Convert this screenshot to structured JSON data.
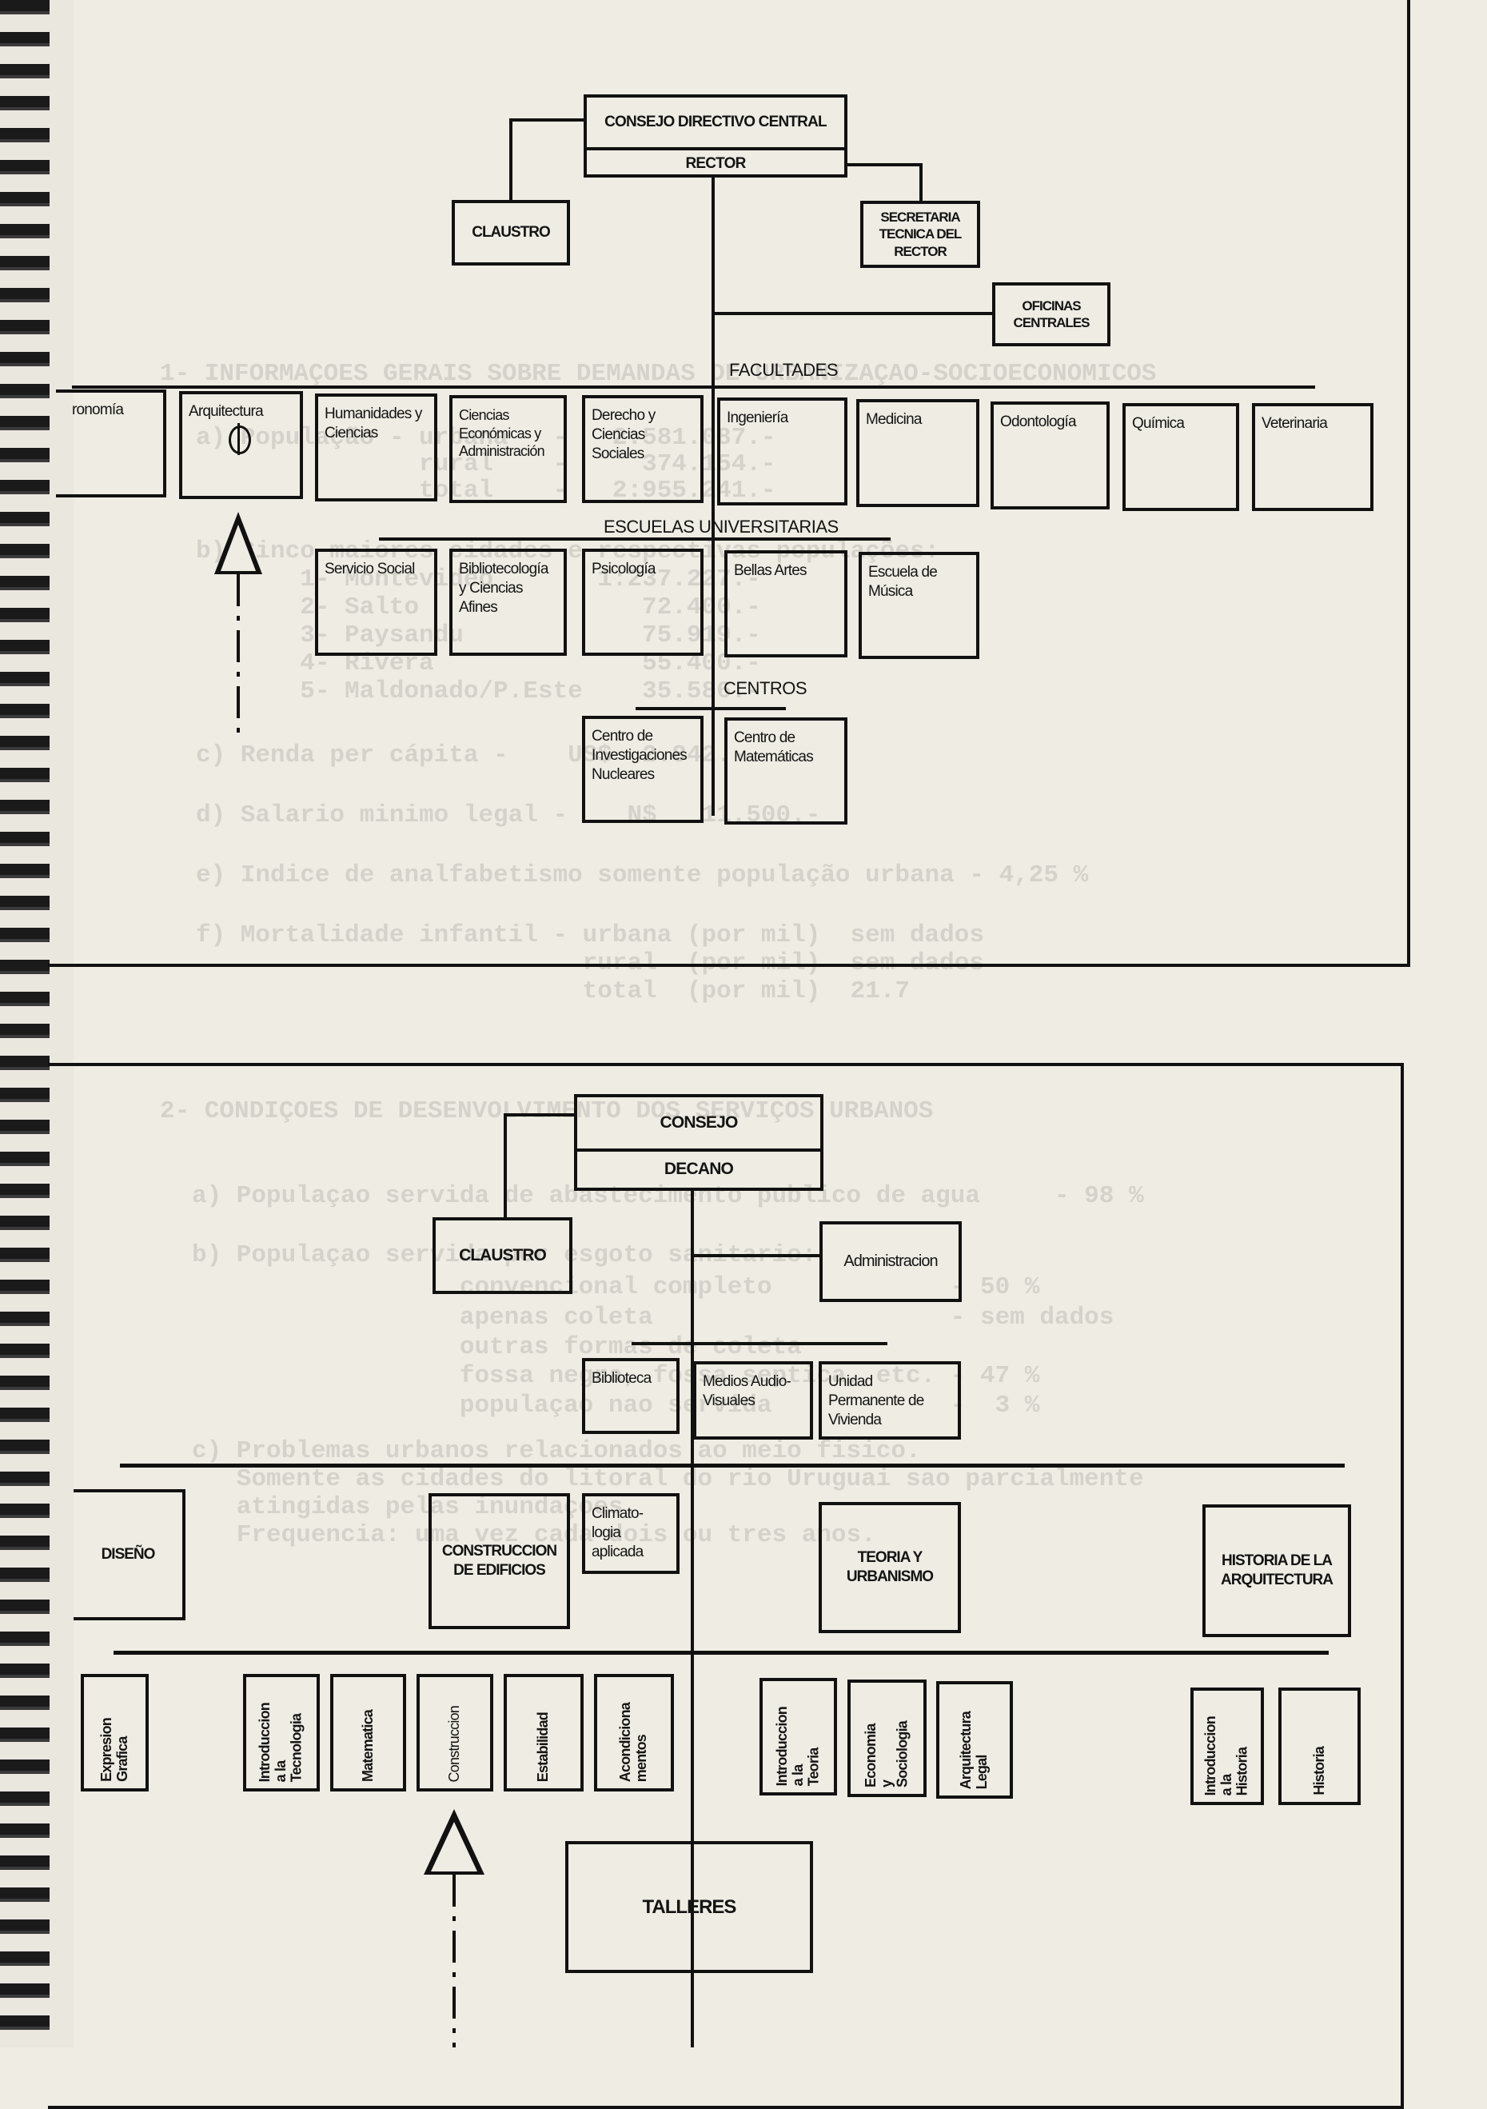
{
  "background_text": {
    "top": [
      "1- INFORMAÇOES GERAIS SOBRE DEMANDAS DE URBANIZAÇAO-SOCIOECONOMICOS",
      "a) População - urbana   -   2:581.087.-",
      "               rural    -     374.154.-",
      "               total    -   2:955.241.-",
      "b) Cinco maiores cidades e respectivas populações:",
      "       1- Montevideo       1:237.227.-",
      "       2- Salto               72.400.-",
      "       3- Paysandu            75.919.-",
      "       4- Rivera              55.400.-",
      "       5- Maldonado/P.Este    35.586.-",
      "c) Renda per cápita -    US$  2.842.-",
      "d) Salario minimo legal -    N$   11.500.-",
      "e) Indice de analfabetismo somente população urbana - 4,25 %",
      "f) Mortalidade infantil - urbana (por mil)  sem dados",
      "                          rural  (por mil)  sem dados",
      "                          total  (por mil)  21.7"
    ],
    "bottom": [
      "2- CONDIÇOES DE DESENVOLVIMENTO DOS SERVIÇOS URBANOS",
      "a) Populaçao servida de abastecimento publico de agua     - 98 %",
      "b) Populaçao servida por esgoto sanitario:",
      "                  convencional completo            - 50 %",
      "                  apenas coleta                    - sem dados",
      "                  outras formas de coleta",
      "                  fossa negra, fossa septica, etc. - 47 %",
      "                  populaçao nao servida            -  3 %",
      "c) Problemas urbanos relacionados ao meio fisico.",
      "   Somente as cidades do litoral do rio Uruguai sao parcialmente",
      "   atingidas pelas inundaçoes.",
      "   Frequencia: uma vez cada dois ou tres anos."
    ]
  },
  "university_chart": {
    "consejo": "CONSEJO DIRECTIVO CENTRAL",
    "rector": "RECTOR",
    "claustro": "CLAUSTRO",
    "secretaria": "SECRETARIA TECNICA DEL RECTOR",
    "oficinas": "OFICINAS CENTRALES",
    "facultades_label": "FACULTADES",
    "facultades": [
      "ronomía",
      "Arquitectura",
      "Humanidades y Ciencias",
      "Ciencias Económicas y Administración",
      "Derecho y Ciencias Sociales",
      "Ingeniería",
      "Medicina",
      "Odontología",
      "Química",
      "Veterinaria"
    ],
    "escuelas_label": "ESCUELAS UNIVERSITARIAS",
    "escuelas": [
      "Servicio Social",
      "Bibliotecología y Ciencias Afines",
      "Psicología",
      "Bellas Artes",
      "Escuela de Música"
    ],
    "centros_label": "CENTROS",
    "centros": [
      "Centro de Investigaciones Nucleares",
      "Centro de Matemáticas"
    ]
  },
  "faculty_chart": {
    "consejo": "CONSEJO",
    "decano": "DECANO",
    "claustro": "CLAUSTRO",
    "administracion": "Administracion",
    "services": [
      "Biblioteca",
      "Medios Audio-Visuales",
      "Unidad Permanente de Vivienda"
    ],
    "departments": [
      "DISEÑO",
      "CONSTRUCCION DE EDIFICIOS",
      "Climato-logia aplicada",
      "TEORIA Y URBANISMO",
      "HISTORIA DE LA ARQUITECTURA"
    ],
    "courses": [
      "Expresion\nGrafica",
      "Introduccion\na la\nTecnologia",
      "Matematica",
      "Construccion",
      "Estabilidad",
      "Acondiciona\nmentos",
      "Introduccion\na la\nTeoria",
      "Economia\ny\nSociologia",
      "Arquitectura\nLegal",
      "Introduccion\na la\nHistoria",
      "Historia"
    ],
    "talleres": "TALLERES"
  }
}
